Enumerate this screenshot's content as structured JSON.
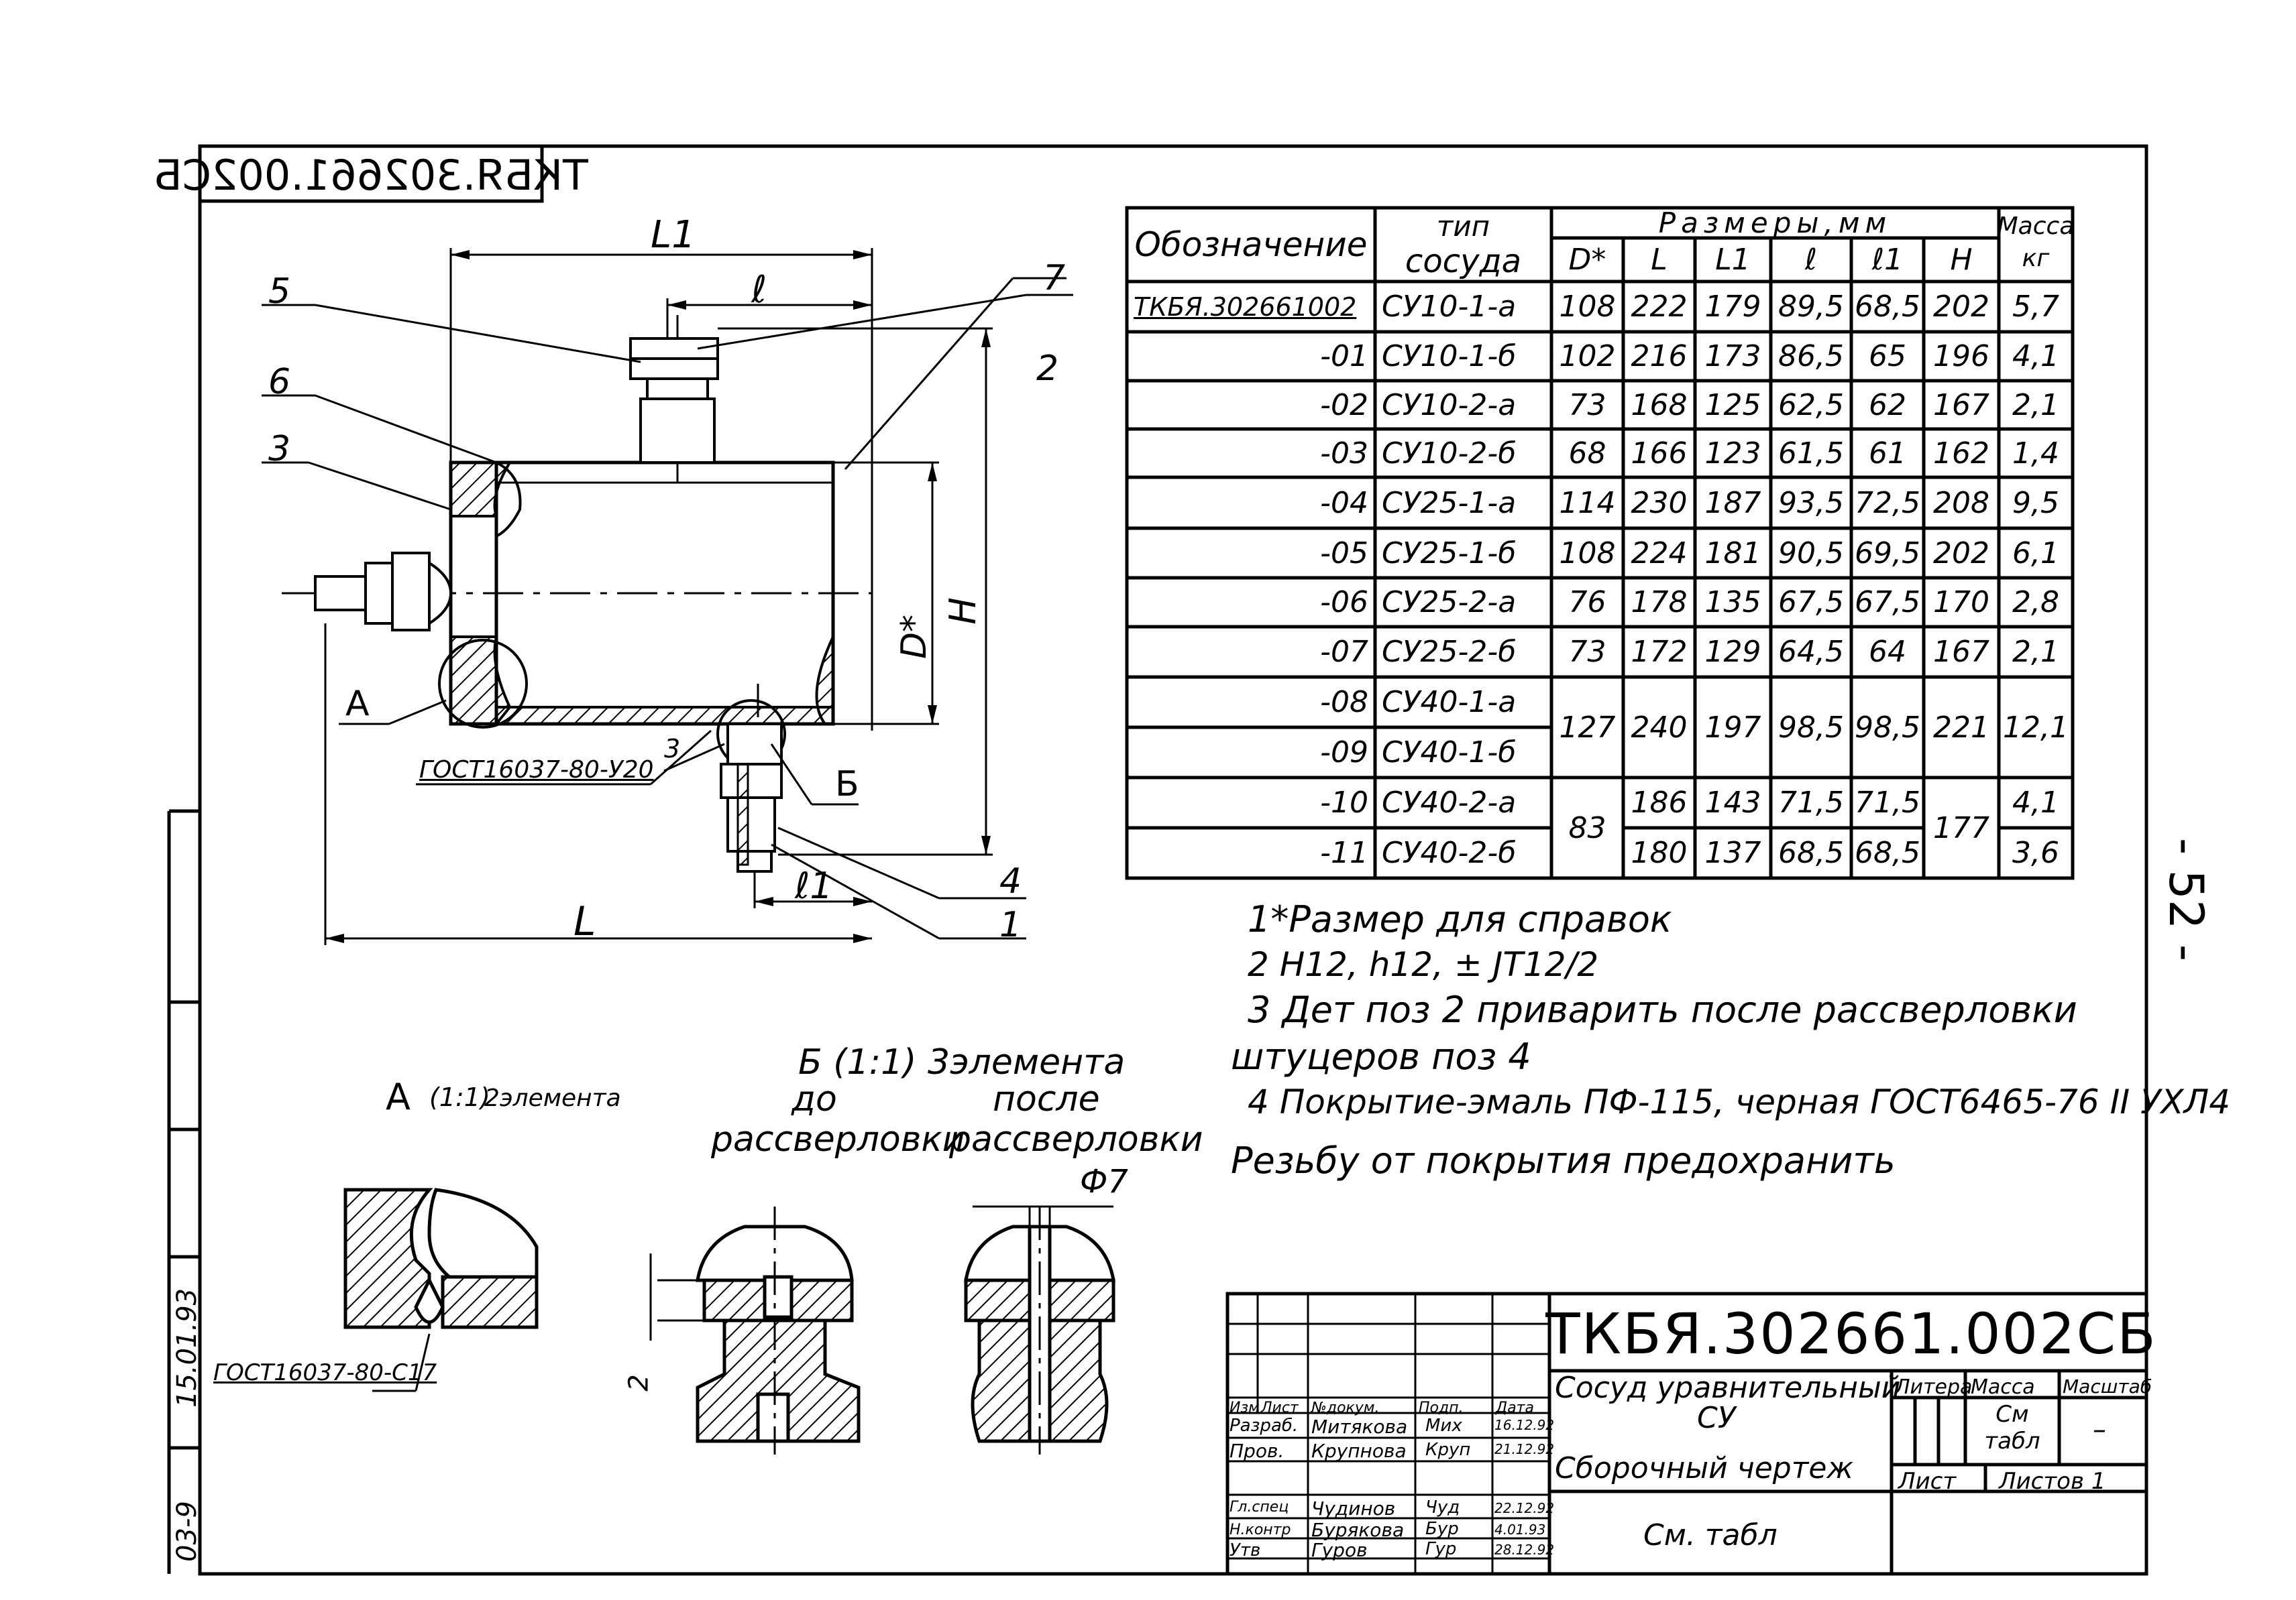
{
  "stamp_mirrored": "ТКБЯ.302661.002СБ",
  "page_number": "- 52 -",
  "side_code": "03-9",
  "side_date": "15.01.93",
  "drawing": {
    "dim_L1": "L1",
    "dim_l": "ℓ",
    "dim_l1": "ℓ1",
    "dim_L": "L",
    "dim_D": "D*",
    "dim_H": "H",
    "pos_labels": [
      "5",
      "6",
      "3",
      "7",
      "2",
      "A",
      "3",
      "Б",
      "4",
      "1"
    ],
    "weld_note_1": "ГОСТ16037-80-У20",
    "weld_note_2": "ГОСТ16037-80-С17"
  },
  "details": {
    "view_a": "А",
    "view_a_scale": "(1:1)",
    "view_a_count": "2элемента",
    "view_b": "Б (1:1) 3элемента",
    "before_1": "до",
    "before_2": "рассверловки",
    "after_1": "после",
    "after_2": "рассверловки",
    "phi": "Ф7",
    "small_dim": "2"
  },
  "table": {
    "headers": {
      "designation": "Обозначение",
      "type_1": "тип",
      "type_2": "сосуда",
      "sizes": "Размеры,мм",
      "mass_1": "Масса",
      "mass_2": "кг",
      "d": "D*",
      "L": "L",
      "L1": "L1",
      "l": "ℓ",
      "l1": "ℓ1",
      "H": "H"
    },
    "rows": [
      {
        "des": "ТКБЯ.302661002",
        "type": "СУ10-1-а",
        "D": "108",
        "L": "222",
        "L1": "179",
        "l": "89,5",
        "l1": "68,5",
        "H": "202",
        "m": "5,7"
      },
      {
        "des": "-01",
        "type": "СУ10-1-б",
        "D": "102",
        "L": "216",
        "L1": "173",
        "l": "86,5",
        "l1": "65",
        "H": "196",
        "m": "4,1"
      },
      {
        "des": "-02",
        "type": "СУ10-2-а",
        "D": "73",
        "L": "168",
        "L1": "125",
        "l": "62,5",
        "l1": "62",
        "H": "167",
        "m": "2,1"
      },
      {
        "des": "-03",
        "type": "СУ10-2-б",
        "D": "68",
        "L": "166",
        "L1": "123",
        "l": "61,5",
        "l1": "61",
        "H": "162",
        "m": "1,4"
      },
      {
        "des": "-04",
        "type": "СУ25-1-а",
        "D": "114",
        "L": "230",
        "L1": "187",
        "l": "93,5",
        "l1": "72,5",
        "H": "208",
        "m": "9,5"
      },
      {
        "des": "-05",
        "type": "СУ25-1-б",
        "D": "108",
        "L": "224",
        "L1": "181",
        "l": "90,5",
        "l1": "69,5",
        "H": "202",
        "m": "6,1"
      },
      {
        "des": "-06",
        "type": "СУ25-2-а",
        "D": "76",
        "L": "178",
        "L1": "135",
        "l": "67,5",
        "l1": "67,5",
        "H": "170",
        "m": "2,8"
      },
      {
        "des": "-07",
        "type": "СУ25-2-б",
        "D": "73",
        "L": "172",
        "L1": "129",
        "l": "64,5",
        "l1": "64",
        "H": "167",
        "m": "2,1"
      }
    ],
    "merged_a": {
      "des1": "-08",
      "type1": "СУ40-1-а",
      "des2": "-09",
      "type2": "СУ40-1-б",
      "D": "127",
      "L": "240",
      "L1": "197",
      "l": "98,5",
      "l1": "98,5",
      "H": "221",
      "m": "12,1"
    },
    "merged_b": {
      "des1": "-10",
      "type1": "СУ40-2-а",
      "des2": "-11",
      "type2": "СУ40-2-б",
      "D": "83",
      "L1a": "186",
      "L1b": "180",
      "L2a": "143",
      "L2b": "137",
      "la": "71,5",
      "lb": "68,5",
      "l1a": "71,5",
      "l1b": "68,5",
      "H": "177",
      "ma": "4,1",
      "mb": "3,6"
    }
  },
  "notes": [
    "1*Размер для справок",
    "2 Н12, h12, ± JT12/2",
    "3 Дет поз 2 приварить после рассверловки",
    "штуцеров поз 4",
    "4 Покрытие-эмаль ПФ-115, черная ГОСТ6465-76 II УХЛ4",
    "Резьбу от покрытия предохранить"
  ],
  "title_block": {
    "code": "ТКБЯ.302661.002СБ",
    "name_1": "Сосуд уравнительный",
    "name_2": "СУ",
    "doc_type": "Сборочный чертеж",
    "material": "См. табл",
    "litera": "Литера",
    "mass": "Масса",
    "scale": "Масштаб",
    "mass_value": "См табл",
    "scale_value": "–",
    "sheet": "Лист",
    "sheets": "Листов 1",
    "col_headers": [
      "Изм",
      "Лист",
      "№докум.",
      "Подп.",
      "Дата"
    ],
    "people": [
      {
        "role": "Разраб.",
        "name": "Митякова",
        "sign": "Мих",
        "date": "16.12.92"
      },
      {
        "role": "Пров.",
        "name": "Крупнова",
        "sign": "Круп",
        "date": "21.12.92"
      },
      {
        "role": "Гл.спец",
        "name": "Чудинов",
        "sign": "Чуд",
        "date": "22.12.92"
      },
      {
        "role": "Н.контр",
        "name": "Бурякова",
        "sign": "Бур",
        "date": "4.01.93"
      },
      {
        "role": "Утв",
        "name": "Гуров",
        "sign": "Гур",
        "date": "28.12.92"
      }
    ]
  }
}
